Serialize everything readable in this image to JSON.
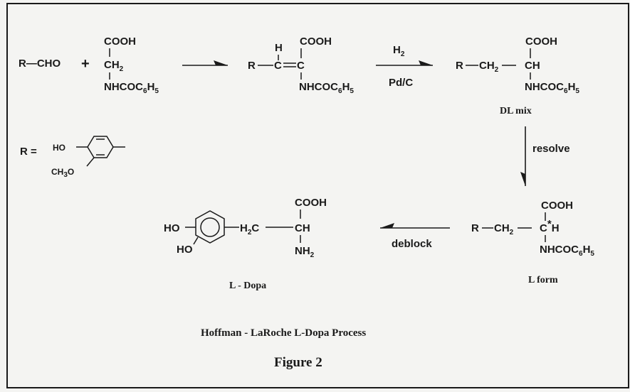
{
  "reagent_aldehyde": "R—CHO",
  "plus": "+",
  "acid_top": "COOH",
  "glycine_ch2": "CH",
  "two": "2",
  "five": "5",
  "six": "6",
  "nhcoc": "NHCOC",
  "h": "H",
  "c": "C",
  "r": "R",
  "ch": "CH",
  "star": "*",
  "h2_label": "H",
  "catalyst": "Pd/C",
  "dl_mix": "DL mix",
  "resolve": "resolve",
  "r_equals": "R =",
  "ho": "HO",
  "ch3o": "CH",
  "ch3o_sub": "3",
  "ch3o_o": "O",
  "l_form": "L form",
  "deblock": "deblock",
  "h2c": "H",
  "h2c_c": "C",
  "nh": "NH",
  "l_dopa": "L - Dopa",
  "caption_title": "Hoffman - LaRoche L-Dopa Process",
  "caption_figure": "Figure 2"
}
